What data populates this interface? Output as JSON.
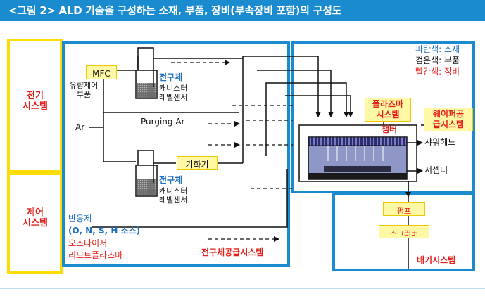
{
  "figure": {
    "title": "<그림 2> ALD 기술을 구성하는 소재, 부품, 장비(부속장비 포함)의 구성도"
  },
  "legend": {
    "material": "파란색: 소재",
    "part": "검은색: 부품",
    "equipment": "빨간색: 장비"
  },
  "systems": {
    "electric": "전기\n시스템",
    "control": "제어\n시스템",
    "precursor_supply": "전구체공급시스템",
    "plasma": "플라즈마\n시스템",
    "wafer_transfer": "웨이퍼공\n급시스템",
    "exhaust": "배기시스템"
  },
  "components": {
    "mfc": "MFC",
    "flow_controller": "유량제어\n부품",
    "ar": "Ar",
    "purging_ar": "Purging Ar",
    "vaporizer": "기화기",
    "precursor_top": "전구체",
    "canister_top": "캐니스터\n레벨센서",
    "precursor_bottom": "전구체",
    "canister_bottom": "캐니스터\n레벨센서",
    "reactant": "반응제",
    "reactant_sources": "(O, N, S, H 소스)",
    "ozonizer": "오조나이저",
    "remote_plasma": "리모트플라즈마",
    "chamber": "챔버",
    "showerhead": "샤워헤드",
    "susceptor": "서셉터",
    "pump": "펌프",
    "scrubber": "스크러버"
  },
  "colors": {
    "header": "#1b8bd0",
    "system_border": "#ffdd00",
    "supply_border": "#1b8bd0",
    "material_text": "#1e6fc0",
    "equipment_text": "#e3201b",
    "label_fill": "#fff9a6"
  }
}
